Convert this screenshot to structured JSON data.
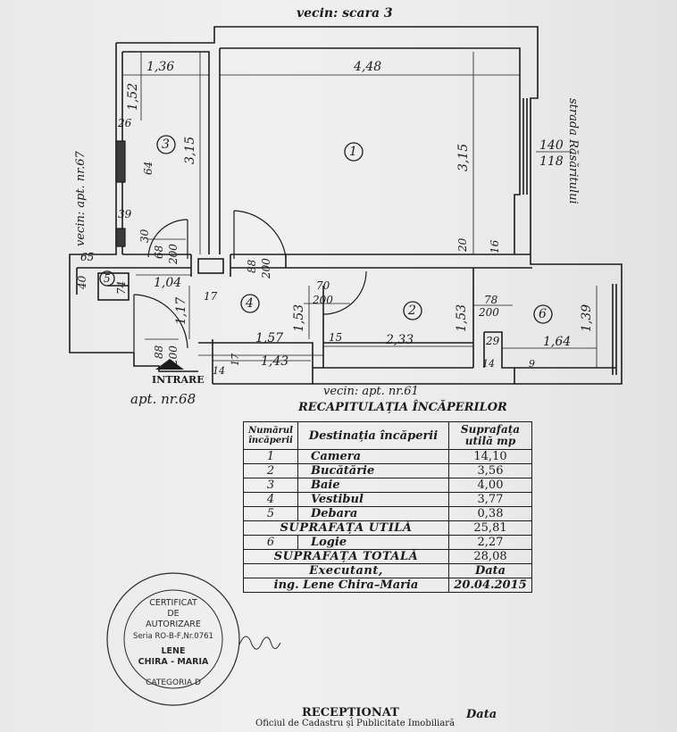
{
  "neighbors": {
    "top": "vecin: scara 3",
    "left": "vecin: apt. nr.67",
    "bottom": "vecin: apt. nr.61",
    "street": "strada Răsăritului"
  },
  "rooms": {
    "r1": "1",
    "r2": "2",
    "r3": "3",
    "r4": "4",
    "r5": "5",
    "r6": "6"
  },
  "dims": {
    "d136": "1,36",
    "d448": "4,48",
    "d152": "1,52",
    "d315a": "3,15",
    "d315b": "3,15",
    "d26": "26",
    "d64": "64",
    "d39": "39",
    "d30": "30",
    "d68": "68",
    "d200a": "200",
    "d88a": "88",
    "d200b": "200",
    "d140": "140",
    "d118": "118",
    "d20": "20",
    "d16": "16",
    "d65": "65",
    "d40": "40",
    "d74": "74",
    "d104": "1,04",
    "d117a": "1,17",
    "d17": "17",
    "d70": "70",
    "d200c": "200",
    "d153a": "1,53",
    "d153b": "1,53",
    "d78": "78",
    "d200d": "200",
    "d139": "1,39",
    "d88b": "88",
    "d200e": "200",
    "d157": "1,57",
    "d15": "15",
    "d233": "2,33",
    "d29": "29",
    "d164": "1,64",
    "d143": "1,43",
    "d17b": "17",
    "d14a": "14",
    "d14b": "14",
    "d9": "9"
  },
  "entrance": "INTRARE",
  "apt68": "apt. nr.68",
  "recap_title": "RECAPITULAȚIA ÎNCĂPERILOR",
  "table": {
    "headers": [
      "Numărul încăperii",
      "Destinația încăperii",
      "Suprafața utilă mp"
    ],
    "rows": [
      {
        "nr": "1",
        "name": "Camera",
        "area": "14,10"
      },
      {
        "nr": "2",
        "name": "Bucătărie",
        "area": "3,56"
      },
      {
        "nr": "3",
        "name": "Baie",
        "area": "4,00"
      },
      {
        "nr": "4",
        "name": "Vestibul",
        "area": "3,77"
      },
      {
        "nr": "5",
        "name": "Debara",
        "area": "0,38"
      }
    ],
    "useful_label": "SUPRAFAȚA UTILĂ",
    "useful_value": "25,81",
    "logia": {
      "nr": "6",
      "name": "Logie",
      "area": "2,27"
    },
    "total_label": "SUPRAFAȚA TOTALĂ",
    "total_value": "28,08",
    "executant_label": "Executant,",
    "date_label": "Data",
    "executant_name": "ing. Lene Chira–Maria",
    "executant_date": "20.04.2015"
  },
  "stamp": {
    "line1": "CERTIFICAT",
    "line2": "DE",
    "line3": "AUTORIZARE",
    "line4": "Seria RO-B-F,Nr.0761",
    "line5": "LENE",
    "line6": "CHIRA - MARIA",
    "line7": "CATEGORIA D"
  },
  "footer": {
    "received": "RECEPȚIONAT",
    "date": "Data",
    "office": "Oficiul de Cadastru și Publicitate Imobiliară"
  }
}
